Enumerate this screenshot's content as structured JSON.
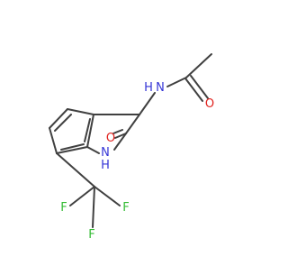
{
  "molecule": {
    "atom_labels": {
      "nh_amide": "N",
      "nh_amide_h": "H",
      "o_acetyl": "O",
      "o_lactam": "O",
      "n_ring": "N",
      "n_ring_h": "H",
      "f1": "F",
      "f2": "F",
      "f3": "F"
    },
    "colors": {
      "bond": "#404040",
      "nitrogen": "#3535d6",
      "oxygen": "#e0201c",
      "fluorine": "#33bb33",
      "background": "#ffffff"
    }
  }
}
